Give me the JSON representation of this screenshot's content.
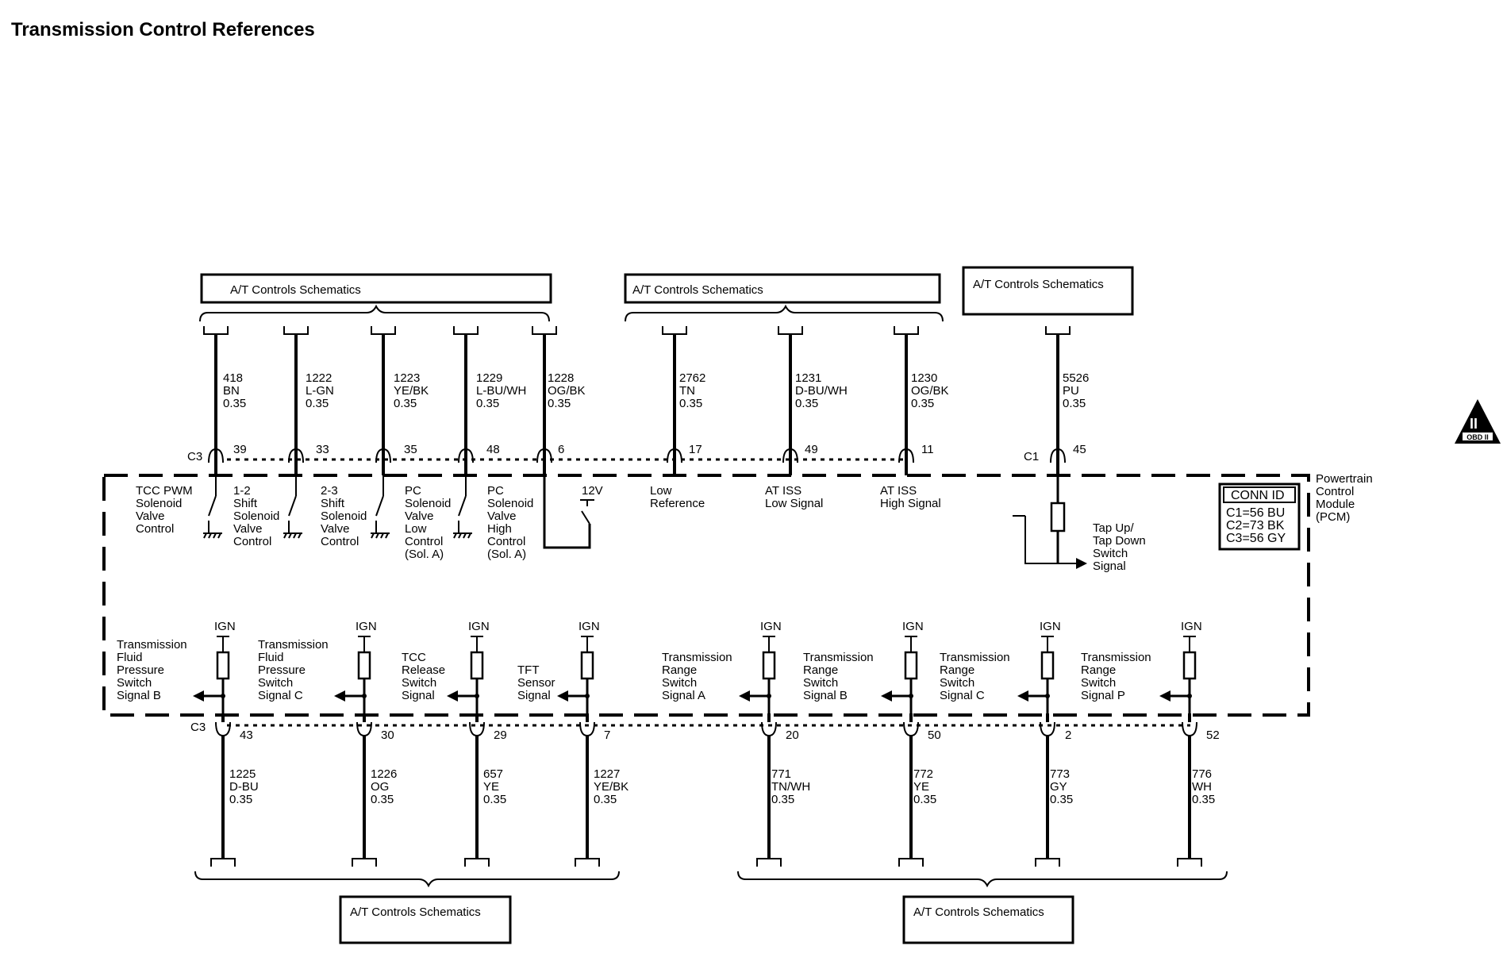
{
  "title": "Transmission Control References",
  "top_boxes": [
    {
      "label": "A/T Controls Schematics"
    },
    {
      "label": "A/T Controls Schematics"
    },
    {
      "label": "A/T Controls Schematics"
    }
  ],
  "bottom_boxes": [
    {
      "label": "A/T Controls Schematics"
    },
    {
      "label": "A/T Controls Schematics"
    }
  ],
  "top_connector_c3": "C3",
  "top_connector_c1": "C1",
  "bottom_connector_c3": "C3",
  "top_wires": [
    {
      "circuit": "418",
      "color": "BN",
      "gauge": "0.35",
      "pin": "39",
      "heavy": false
    },
    {
      "circuit": "1222",
      "color": "L-GN",
      "gauge": "0.35",
      "pin": "33",
      "heavy": false
    },
    {
      "circuit": "1223",
      "color": "YE/BK",
      "gauge": "0.35",
      "pin": "35",
      "heavy": false
    },
    {
      "circuit": "1229",
      "color": "L-BU/WH",
      "gauge": "0.35",
      "pin": "48",
      "heavy": false
    },
    {
      "circuit": "1228",
      "color": "OG/BK",
      "gauge": "0.35",
      "pin": "6",
      "heavy": false
    },
    {
      "circuit": "2762",
      "color": "TN",
      "gauge": "0.35",
      "pin": "17",
      "heavy": true
    },
    {
      "circuit": "1231",
      "color": "D-BU/WH",
      "gauge": "0.35",
      "pin": "49",
      "heavy": true
    },
    {
      "circuit": "1230",
      "color": "OG/BK",
      "gauge": "0.35",
      "pin": "11",
      "heavy": false
    },
    {
      "circuit": "5526",
      "color": "PU",
      "gauge": "0.35",
      "pin": "45",
      "heavy": true
    }
  ],
  "top_components": [
    {
      "lines": [
        "TCC PWM",
        "Solenoid",
        "Valve",
        "Control"
      ]
    },
    {
      "lines": [
        "1-2",
        "Shift",
        "Solenoid",
        "Valve",
        "Control"
      ]
    },
    {
      "lines": [
        "2-3",
        "Shift",
        "Solenoid",
        "Valve",
        "Control"
      ]
    },
    {
      "lines": [
        "PC",
        "Solenoid",
        "Valve",
        "Low",
        "Control",
        "(Sol. A)"
      ]
    },
    {
      "lines": [
        "PC",
        "Solenoid",
        "Valve",
        "High",
        "Control",
        "(Sol. A)"
      ]
    },
    {
      "lines": [
        "12V"
      ]
    },
    {
      "lines": [
        "Low",
        "Reference"
      ]
    },
    {
      "lines": [
        "AT ISS",
        "Low Signal"
      ]
    },
    {
      "lines": [
        "AT ISS",
        "High Signal"
      ]
    },
    {
      "lines": [
        "Tap Up/",
        "Tap Down",
        "Switch",
        "Signal"
      ]
    }
  ],
  "pcm_label": [
    "Powertrain",
    "Control",
    "Module",
    "(PCM)"
  ],
  "conn_id": {
    "title": "CONN ID",
    "lines": [
      "C1=56 BU",
      "C2=73 BK",
      "C3=56 GY"
    ]
  },
  "ign_label": "IGN",
  "bottom_components": [
    {
      "lines": [
        "Transmission",
        "Fluid",
        "Pressure",
        "Switch",
        "Signal B"
      ]
    },
    {
      "lines": [
        "Transmission",
        "Fluid",
        "Pressure",
        "Switch",
        "Signal C"
      ]
    },
    {
      "lines": [
        "TCC",
        "Release",
        "Switch",
        "Signal"
      ]
    },
    {
      "lines": [
        "TFT",
        "Sensor",
        "Signal"
      ]
    },
    {
      "lines": [
        "Transmission",
        "Range",
        "Switch",
        "Signal A"
      ]
    },
    {
      "lines": [
        "Transmission",
        "Range",
        "Switch",
        "Signal B"
      ]
    },
    {
      "lines": [
        "Transmission",
        "Range",
        "Switch",
        "Signal C"
      ]
    },
    {
      "lines": [
        "Transmission",
        "Range",
        "Switch",
        "Signal P"
      ]
    }
  ],
  "bottom_wires": [
    {
      "circuit": "1225",
      "color": "D-BU",
      "gauge": "0.35",
      "pin": "43"
    },
    {
      "circuit": "1226",
      "color": "OG",
      "gauge": "0.35",
      "pin": "30"
    },
    {
      "circuit": "657",
      "color": "YE",
      "gauge": "0.35",
      "pin": "29"
    },
    {
      "circuit": "1227",
      "color": "YE/BK",
      "gauge": "0.35",
      "pin": "7"
    },
    {
      "circuit": "771",
      "color": "TN/WH",
      "gauge": "0.35",
      "pin": "20"
    },
    {
      "circuit": "772",
      "color": "YE",
      "gauge": "0.35",
      "pin": "50"
    },
    {
      "circuit": "773",
      "color": "GY",
      "gauge": "0.35",
      "pin": "2"
    },
    {
      "circuit": "776",
      "color": "WH",
      "gauge": "0.35",
      "pin": "52"
    }
  ],
  "obd_badge": {
    "numeral": "II",
    "text": "OBD II"
  }
}
